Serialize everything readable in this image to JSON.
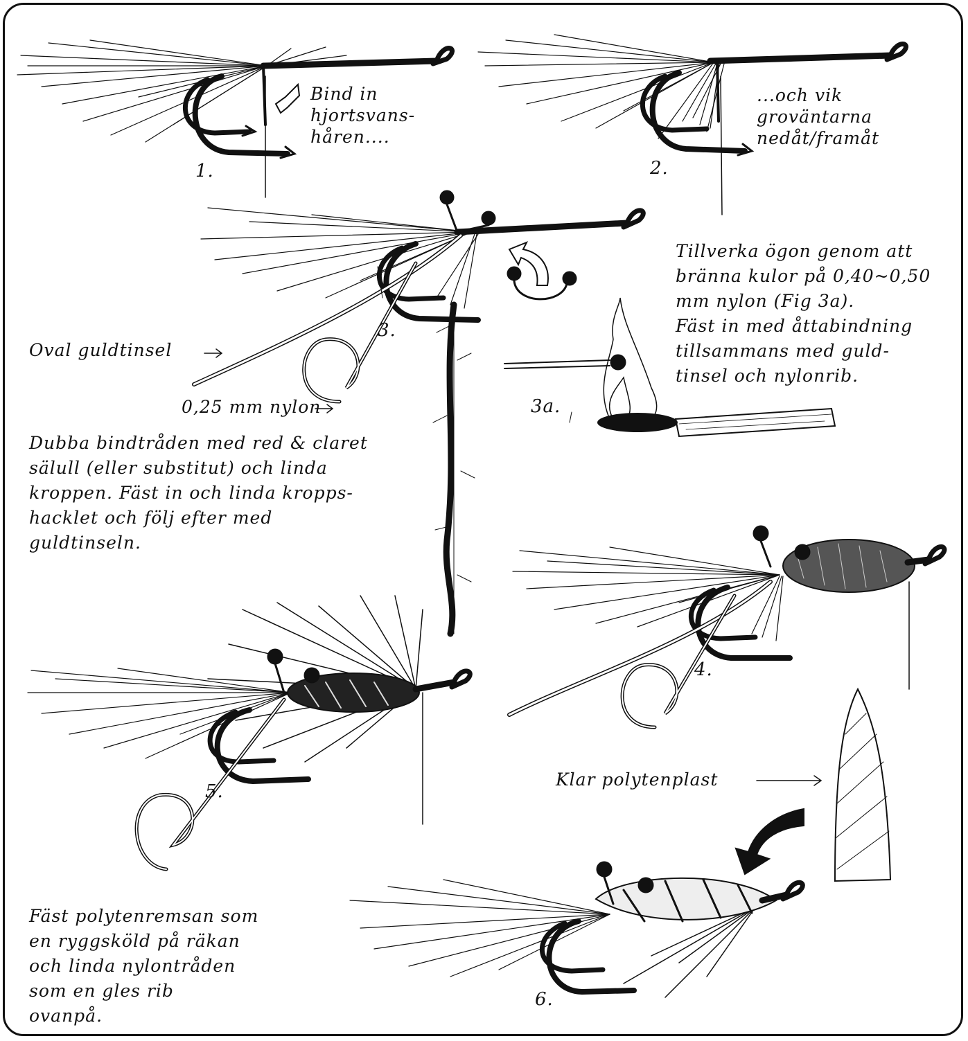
{
  "colors": {
    "ink": "#111111",
    "paper": "#ffffff"
  },
  "steps": [
    "1.",
    "2.",
    "3.",
    "3a.",
    "4.",
    "5.",
    "6."
  ],
  "labels": {
    "bind_in": "Bind in\nhjortsvans-\nhåren....",
    "och_vik": "...och vik\ngroväntarna\nnedåt/framåt",
    "oval_guldtinsel": "Oval guldtinsel",
    "nylon": "0,25 mm nylon",
    "klar_polytenplast": "Klar polytenplast"
  },
  "paragraphs": {
    "tillverka": "Tillverka ögon genom att\nbränna kulor på 0,40~0,50\nmm nylon (Fig 3a).\nFäst in med åttabindning\ntillsammans med guld-\ntinsel och nylonrib.",
    "dubba": "Dubba bindtråden med red & claret\nsälull (eller substitut) och linda\nkroppen. Fäst in och linda kropps-\nhacklet och följ efter med\nguldtinseln.",
    "fast_poly": "Fäst polytenremsan som\nen ryggsköld på räkan\noch linda nylontråden\nsom en gles rib\novanpå."
  },
  "icons": [
    "hook-icon",
    "arrow-icon",
    "flame-icon",
    "match-icon",
    "eyes-icon",
    "shell-icon",
    "hackle-icon"
  ]
}
